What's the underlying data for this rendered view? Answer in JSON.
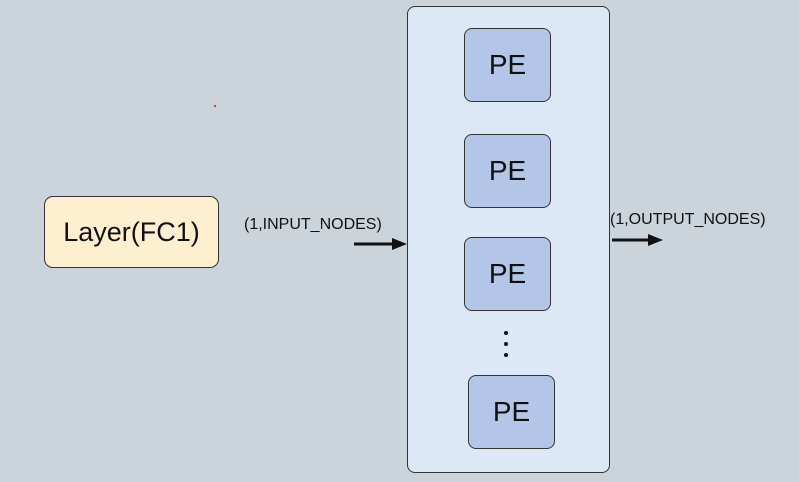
{
  "layer": {
    "label": "Layer(FC1)"
  },
  "input_label": "(1,INPUT_NODES)",
  "output_label": "(1,OUTPUT_NODES)",
  "processing_elements": [
    {
      "label": "PE"
    },
    {
      "label": "PE"
    },
    {
      "label": "PE"
    },
    {
      "label": "PE"
    }
  ],
  "colors": {
    "background": "#cbd4da",
    "layer_fill": "#fdefcf",
    "container_fill": "#dce8f5",
    "pe_fill": "#b4c6e8",
    "stroke": "#333333"
  }
}
